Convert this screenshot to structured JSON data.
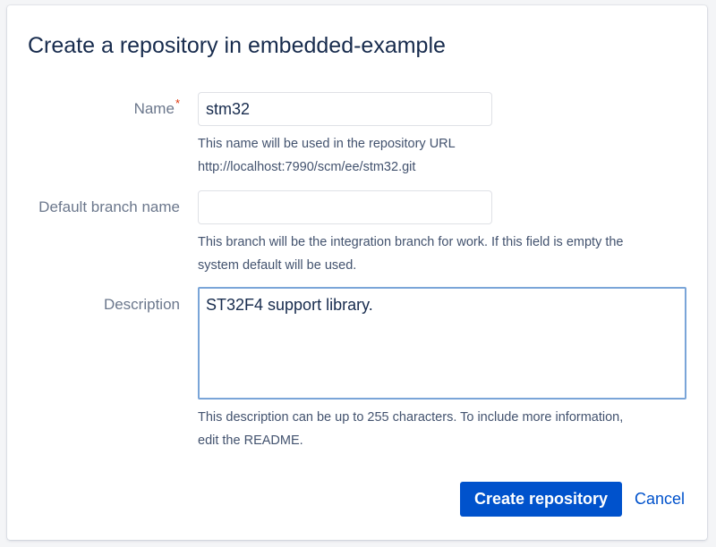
{
  "dialog": {
    "title": "Create a repository in embedded-example"
  },
  "form": {
    "name": {
      "label": "Name",
      "required_marker": "*",
      "value": "stm32",
      "help_line1": "This name will be used in the repository URL",
      "help_line2": "http://localhost:7990/scm/ee/stm32.git"
    },
    "default_branch": {
      "label": "Default branch name",
      "value": "",
      "help_line1": "This branch will be the integration branch for work. If this field is empty the",
      "help_line2": "system default will be used."
    },
    "description": {
      "label": "Description",
      "value": "ST32F4 support library.",
      "help_line1": "This description can be up to 255 characters. To include more information,",
      "help_line2": "edit the README."
    }
  },
  "actions": {
    "create_label": "Create repository",
    "cancel_label": "Cancel"
  },
  "colors": {
    "primary": "#0052cc",
    "required": "#de350b",
    "heading": "#172b4d",
    "label": "#6b778c",
    "focus_border": "#7aa5d8"
  }
}
